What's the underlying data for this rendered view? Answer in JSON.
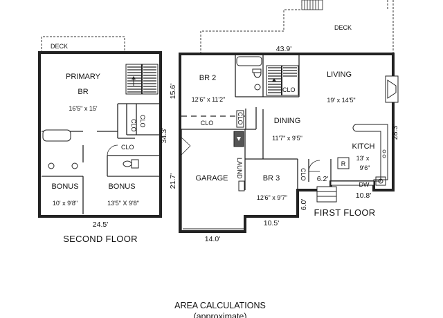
{
  "second_floor": {
    "title": "SECOND FLOOR",
    "deck": "DECK",
    "primary_label_1": "PRIMARY",
    "primary_label_2": "BR",
    "primary_dims": "16'5\" x 15'",
    "clo_a": "CLO",
    "clo_b": "CLO",
    "clo_c": "CLO",
    "bonus1": "BONUS",
    "bonus1_dims": "10' x 9'8\"",
    "bonus2": "BONUS",
    "bonus2_dims": "13'5\" X 9'8\"",
    "width": "24.5'",
    "depth": "34.3'"
  },
  "first_floor": {
    "title": "FIRST FLOOR",
    "deck": "DECK",
    "top_width": "43.9'",
    "left_depth_upper": "15.6'",
    "left_depth_lower": "21.7'",
    "right_depth": "28.3'",
    "br2": "BR 2",
    "br2_dims": "12'6\" x 11'2\"",
    "clo_br2": "CLO",
    "clo_hall": "CLO",
    "clo_bath": "CLO",
    "clo_br3": "CLO",
    "living": "LIVING",
    "living_dims": "19' x 14'5\"",
    "dining": "DINING",
    "dining_dims": "11'7\" x 9'5\"",
    "kitchen": "KITCH",
    "kitchen_dims_1": "13' x",
    "kitchen_dims_2": "9'6\"",
    "range": "R",
    "dw": "DW",
    "garage": "GARAGE",
    "laundry": "LAUND",
    "br3": "BR 3",
    "br3_dims": "12'6\" x 9'7\"",
    "garage_width": "14.0'",
    "br3_width": "10.5'",
    "br3_depth": "6.0'",
    "entry_width": "6.2'",
    "kitchen_width": "10.8'"
  },
  "footer": {
    "title": "AREA CALCULATIONS",
    "subtitle": "(approximate)"
  }
}
